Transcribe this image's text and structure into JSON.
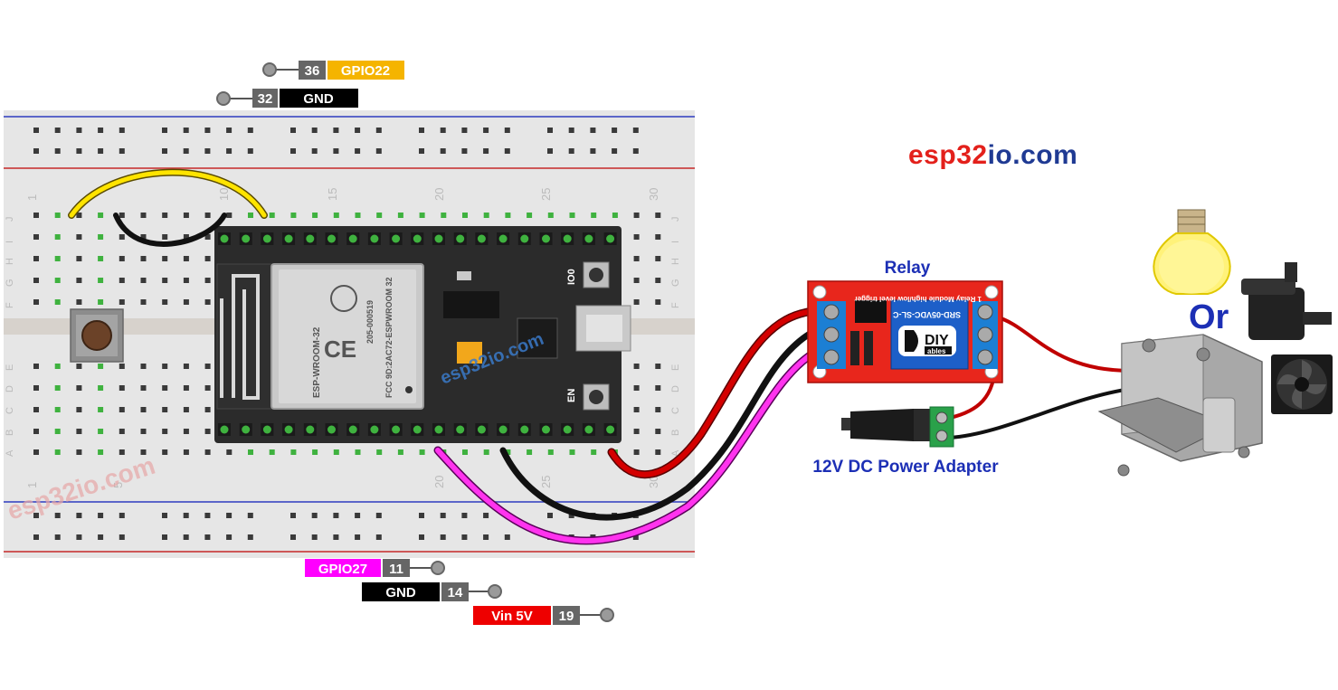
{
  "brand": {
    "part1": "esp32",
    "part2": "io.com"
  },
  "watermark": "esp32io.com",
  "top_pins": [
    {
      "pin": "36",
      "label": "GPIO22",
      "color": "#f5b400"
    },
    {
      "pin": "32",
      "label": "GND",
      "color": "#000000"
    }
  ],
  "bottom_pins": [
    {
      "pin": "11",
      "label": "GPIO27",
      "color": "#ff00ff"
    },
    {
      "pin": "14",
      "label": "GND",
      "color": "#000000"
    },
    {
      "pin": "19",
      "label": "Vin 5V",
      "color": "#ee0000"
    }
  ],
  "breadboard": {
    "column_numbers": [
      "1",
      "5",
      "10",
      "15",
      "20",
      "25",
      "30"
    ],
    "row_letters_top": [
      "J",
      "I",
      "H",
      "G",
      "F"
    ],
    "row_letters_bottom": [
      "E",
      "D",
      "C",
      "B",
      "A"
    ]
  },
  "esp32": {
    "module_text": "ESP-WROOM-32",
    "fcc_text": "FCC 9D:2AC72-ESPWROOM 32",
    "code_text": "205-000519",
    "button_boot": "IO0",
    "button_en": "EN"
  },
  "relay": {
    "title": "Relay",
    "logo_main": "DIY",
    "logo_sub": "ables",
    "spec_text": "SRD-05VDC-SL-C",
    "top_text": "1 Relay Module  high/low level trigger"
  },
  "adapter_label": "12V DC Power Adapter",
  "or_label": "Or",
  "colors": {
    "wire_yellow": "#ffe400",
    "wire_black": "#111111",
    "wire_red": "#d40000",
    "wire_magenta": "#ff33ee",
    "brand_red": "#e3201b",
    "brand_blue": "#1f3a93",
    "caption_blue": "#1c2fb5",
    "relay_board": "#e8261c",
    "esp_board": "#2b2b2b"
  }
}
